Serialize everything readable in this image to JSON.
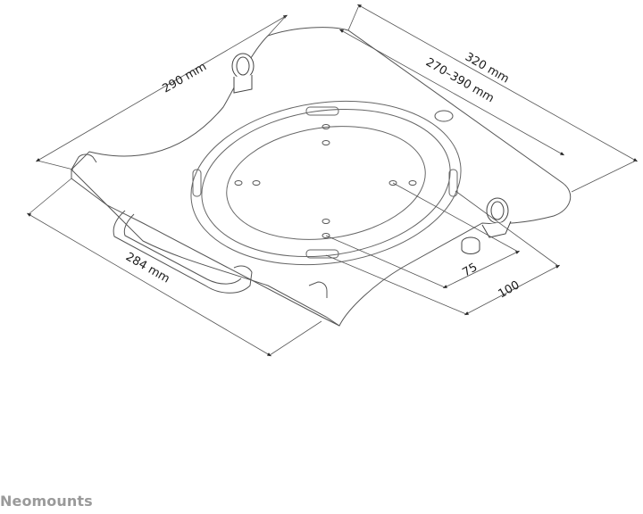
{
  "dimensions": {
    "width_320": "320 mm",
    "range_270_390": "270–390 mm",
    "depth_290": "290 mm",
    "front_284": "284 mm",
    "vesa_75": "75",
    "vesa_100": "100"
  },
  "brand": {
    "name": "Neomounts"
  },
  "colors": {
    "line": "#444444",
    "dim_line": "#555555",
    "text": "#1a1a1a",
    "brand": "#9a9a9a"
  }
}
